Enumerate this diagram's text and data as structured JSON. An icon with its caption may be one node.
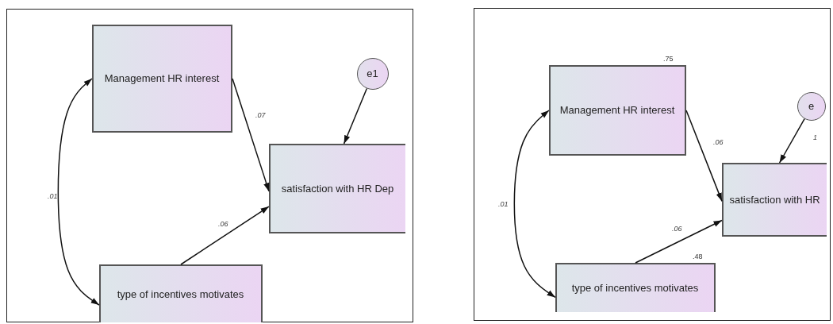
{
  "diagram": {
    "nodes": [
      {
        "text": [],
        "shape": "box"
      },
      {
        "text": [
          "Management HR interest"
        ],
        "in": 0
      },
      {
        "text": [
          "e1"
        ],
        "in": 0
      },
      {
        "text": [
          "satisfaction with HR Dep"
        ],
        "in": 0
      },
      {
        "text": [
          "type of incentives motivates"
        ],
        "in": 0
      },
      {
        "text": [],
        "shape": "box"
      },
      {
        "text": [
          "Management HR interest"
        ],
        "in": 5,
        "beside": [
          ".75"
        ]
      },
      {
        "text": [
          "e"
        ],
        "in": 5
      },
      {
        "text": [
          "satisfaction with HR"
        ],
        "in": 5
      },
      {
        "text": [
          "type of incentives motivates"
        ],
        "in": 5,
        "beside": [
          ".48"
        ]
      }
    ],
    "edges": [
      {
        "from": 1,
        "to": 3,
        "arrow": "to",
        "label": ".07"
      },
      {
        "from": 2,
        "to": 3,
        "arrow": "to"
      },
      {
        "from": 4,
        "to": 3,
        "arrow": "to",
        "label": ".06"
      },
      {
        "from": 1,
        "to": 4,
        "arrow": "both",
        "label": ".01"
      },
      {
        "from": 6,
        "to": 8,
        "arrow": "to",
        "label": ".06"
      },
      {
        "from": 7,
        "to": 8,
        "arrow": "to",
        "label": "1"
      },
      {
        "from": 9,
        "to": 8,
        "arrow": "to",
        "label": ".06"
      },
      {
        "from": 6,
        "to": 9,
        "arrow": "both",
        "label": ".01"
      }
    ]
  }
}
